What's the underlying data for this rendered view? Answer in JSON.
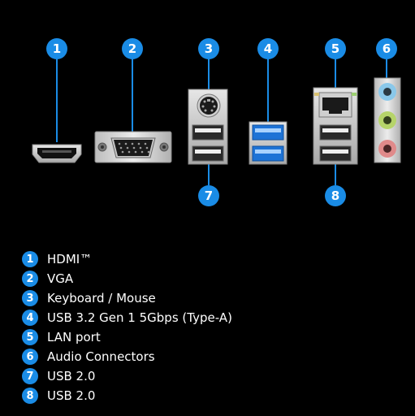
{
  "colors": {
    "background": "#000000",
    "accent": "#1a8ce6",
    "usb3_blue": "#1e73d6",
    "audio_blue": "#8ac8ea",
    "audio_green": "#b6d46a",
    "audio_pink": "#e08a8a"
  },
  "callouts": [
    {
      "number": "1",
      "port": "hdmi"
    },
    {
      "number": "2",
      "port": "vga"
    },
    {
      "number": "3",
      "port": "ps2"
    },
    {
      "number": "4",
      "port": "usb3"
    },
    {
      "number": "5",
      "port": "lan"
    },
    {
      "number": "6",
      "port": "audio"
    },
    {
      "number": "7",
      "port": "usb2-left"
    },
    {
      "number": "8",
      "port": "usb2-right"
    }
  ],
  "legend": [
    {
      "number": "1",
      "label": "HDMI™"
    },
    {
      "number": "2",
      "label": "VGA"
    },
    {
      "number": "3",
      "label": "Keyboard / Mouse"
    },
    {
      "number": "4",
      "label": "USB 3.2 Gen 1 5Gbps (Type-A)"
    },
    {
      "number": "5",
      "label": "LAN port"
    },
    {
      "number": "6",
      "label": "Audio Connectors"
    },
    {
      "number": "7",
      "label": "USB 2.0"
    },
    {
      "number": "8",
      "label": "USB 2.0"
    }
  ]
}
